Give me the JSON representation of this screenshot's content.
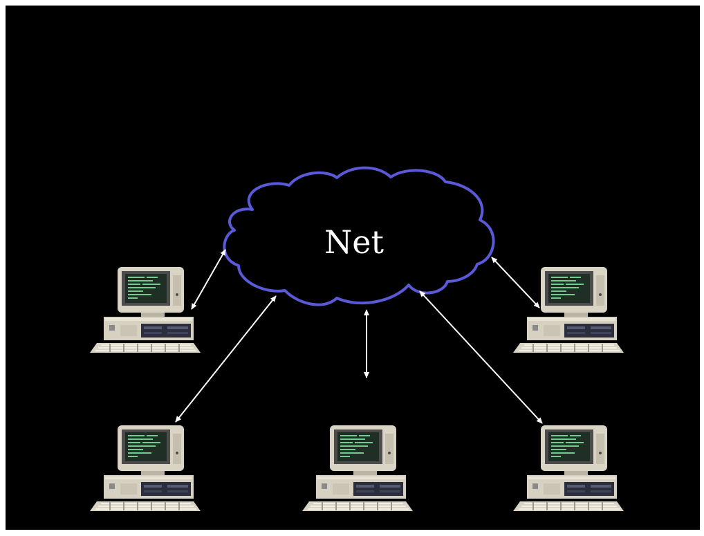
{
  "cloud": {
    "label": "Net"
  },
  "computers": [
    {
      "name": "computer-left-top"
    },
    {
      "name": "computer-right-top"
    },
    {
      "name": "computer-left-bottom"
    },
    {
      "name": "computer-center-bottom"
    },
    {
      "name": "computer-right-bottom"
    }
  ],
  "colors": {
    "background": "#000000",
    "cloud_outline": "#5a5ad8",
    "arrow": "#ffffff",
    "screen_text": "#7ddc9a"
  }
}
